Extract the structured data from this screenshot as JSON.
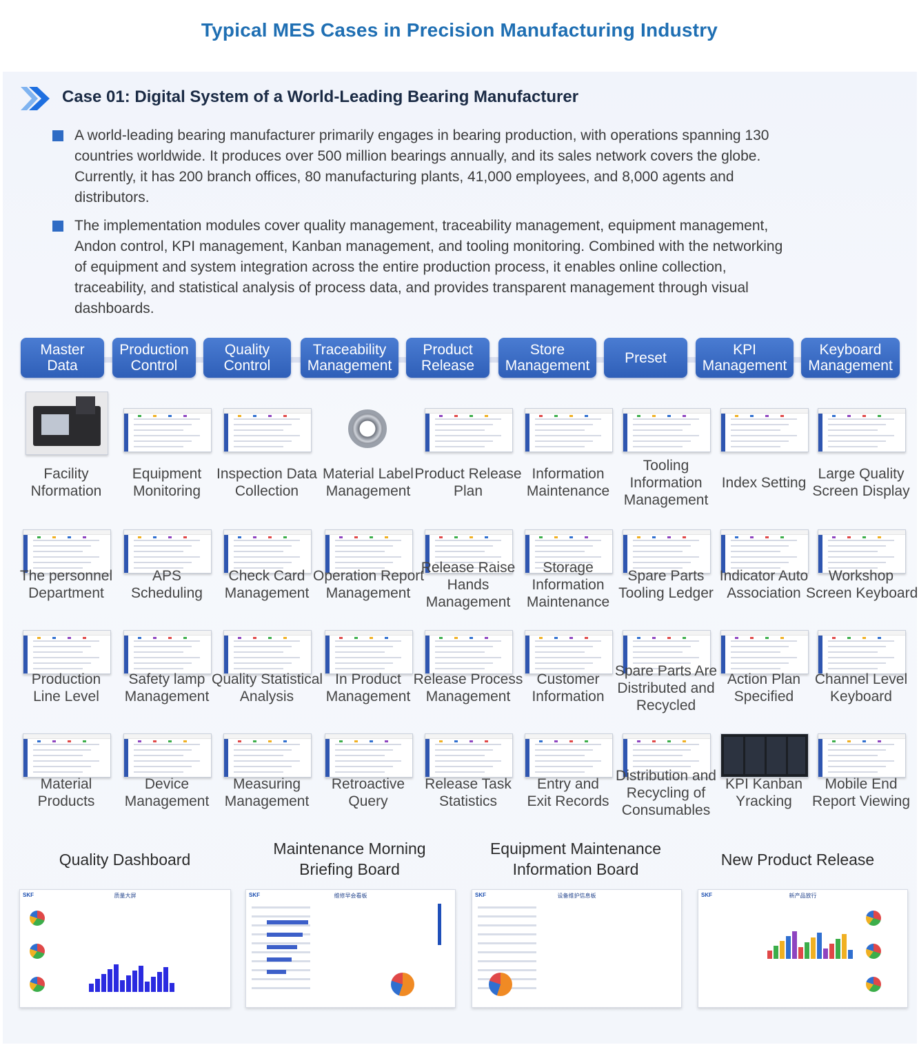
{
  "page_title": "Typical MES Cases in Precision Manufacturing Industry",
  "case": {
    "title": "Case 01: Digital System of a World-Leading Bearing Manufacturer",
    "paragraphs": [
      [
        "A world-leading bearing manufacturer primarily engages in bearing production, with operations spanning 130",
        "countries worldwide. It produces over 500 million bearings annually, and its sales network covers the globe.",
        "Currently, it has 200 branch offices, 80 manufacturing plants, 41,000 employees, and 8,000 agents and",
        "distributors."
      ],
      [
        "The implementation modules cover quality management, traceability management, equipment management,",
        "Andon control, KPI management, Kanban management, and tooling monitoring. Combined with the networking",
        "of equipment and system integration across the entire production process, it enables online collection,",
        "traceability, and statistical analysis of process data, and provides transparent management through visual",
        "dashboards."
      ]
    ]
  },
  "modules": [
    [
      "Master",
      "Data"
    ],
    [
      "Production",
      "Control"
    ],
    [
      "Quality",
      "Control"
    ],
    [
      "Traceability",
      "Management"
    ],
    [
      "Product",
      "Release"
    ],
    [
      "Store",
      "Management"
    ],
    [
      "Preset"
    ],
    [
      "KPI",
      "Management"
    ],
    [
      "Keyboard",
      "Management"
    ]
  ],
  "grid": [
    [
      [
        "Facility",
        "Nformation"
      ],
      [
        "Equipment",
        "Monitoring"
      ],
      [
        "Inspection Data",
        "Collection"
      ],
      [
        "Material Label",
        "Management"
      ],
      [
        "Product Release",
        "Plan"
      ],
      [
        "Information",
        "Maintenance"
      ],
      [
        "Tooling",
        "Information",
        "Management"
      ],
      [
        "Index Setting"
      ],
      [
        "Large Quality",
        "Screen Display"
      ]
    ],
    [
      [
        "The personnel",
        "Department"
      ],
      [
        "APS",
        "Scheduling"
      ],
      [
        "Check Card",
        "Management"
      ],
      [
        "Operation Report",
        "Management"
      ],
      [
        "Release Raise",
        "Hands",
        "Management"
      ],
      [
        "Storage",
        "Information",
        "Maintenance"
      ],
      [
        "Spare Parts",
        "Tooling Ledger"
      ],
      [
        "Indicator Auto",
        "Association"
      ],
      [
        "Workshop",
        "Screen Keyboard"
      ]
    ],
    [
      [
        "Production",
        "Line Level"
      ],
      [
        "Safety lamp",
        "Management"
      ],
      [
        "Quality Statistical",
        "Analysis"
      ],
      [
        "In Product",
        "Management"
      ],
      [
        "Release Process",
        "Management"
      ],
      [
        "Customer",
        "Information"
      ],
      [
        "Spare Parts Are",
        "Distributed and",
        "Recycled"
      ],
      [
        "Action Plan",
        "Specified"
      ],
      [
        "Channel Level",
        "Keyboard"
      ]
    ],
    [
      [
        "Material",
        "Products"
      ],
      [
        "Device",
        "Management"
      ],
      [
        "Measuring",
        "Management"
      ],
      [
        "Retroactive",
        "Query"
      ],
      [
        "Release Task",
        "Statistics"
      ],
      [
        "Entry and",
        "Exit Records"
      ],
      [
        "Distribution and",
        "Recycling of",
        "Consumables"
      ],
      [
        "KPI Kanban",
        "Yracking"
      ],
      [
        "Mobile End",
        "Report Viewing"
      ]
    ]
  ],
  "dashboards": [
    {
      "title": [
        "Quality Dashboard"
      ],
      "logo": "SKF",
      "heading": "质量大屏"
    },
    {
      "title": [
        "Maintenance Morning",
        "Briefing Board"
      ],
      "logo": "SKF",
      "heading": "维修早会看板"
    },
    {
      "title": [
        "Equipment Maintenance",
        "Information Board"
      ],
      "logo": "SKF",
      "heading": "设备维护信息板"
    },
    {
      "title": [
        "New Product Release"
      ],
      "logo": "SKF",
      "heading": "新产品放行"
    }
  ],
  "colors": {
    "title": "#1f6fb3",
    "module": "#3566bf",
    "bullet": "#2e6bc4",
    "case_title": "#1a2a44"
  }
}
